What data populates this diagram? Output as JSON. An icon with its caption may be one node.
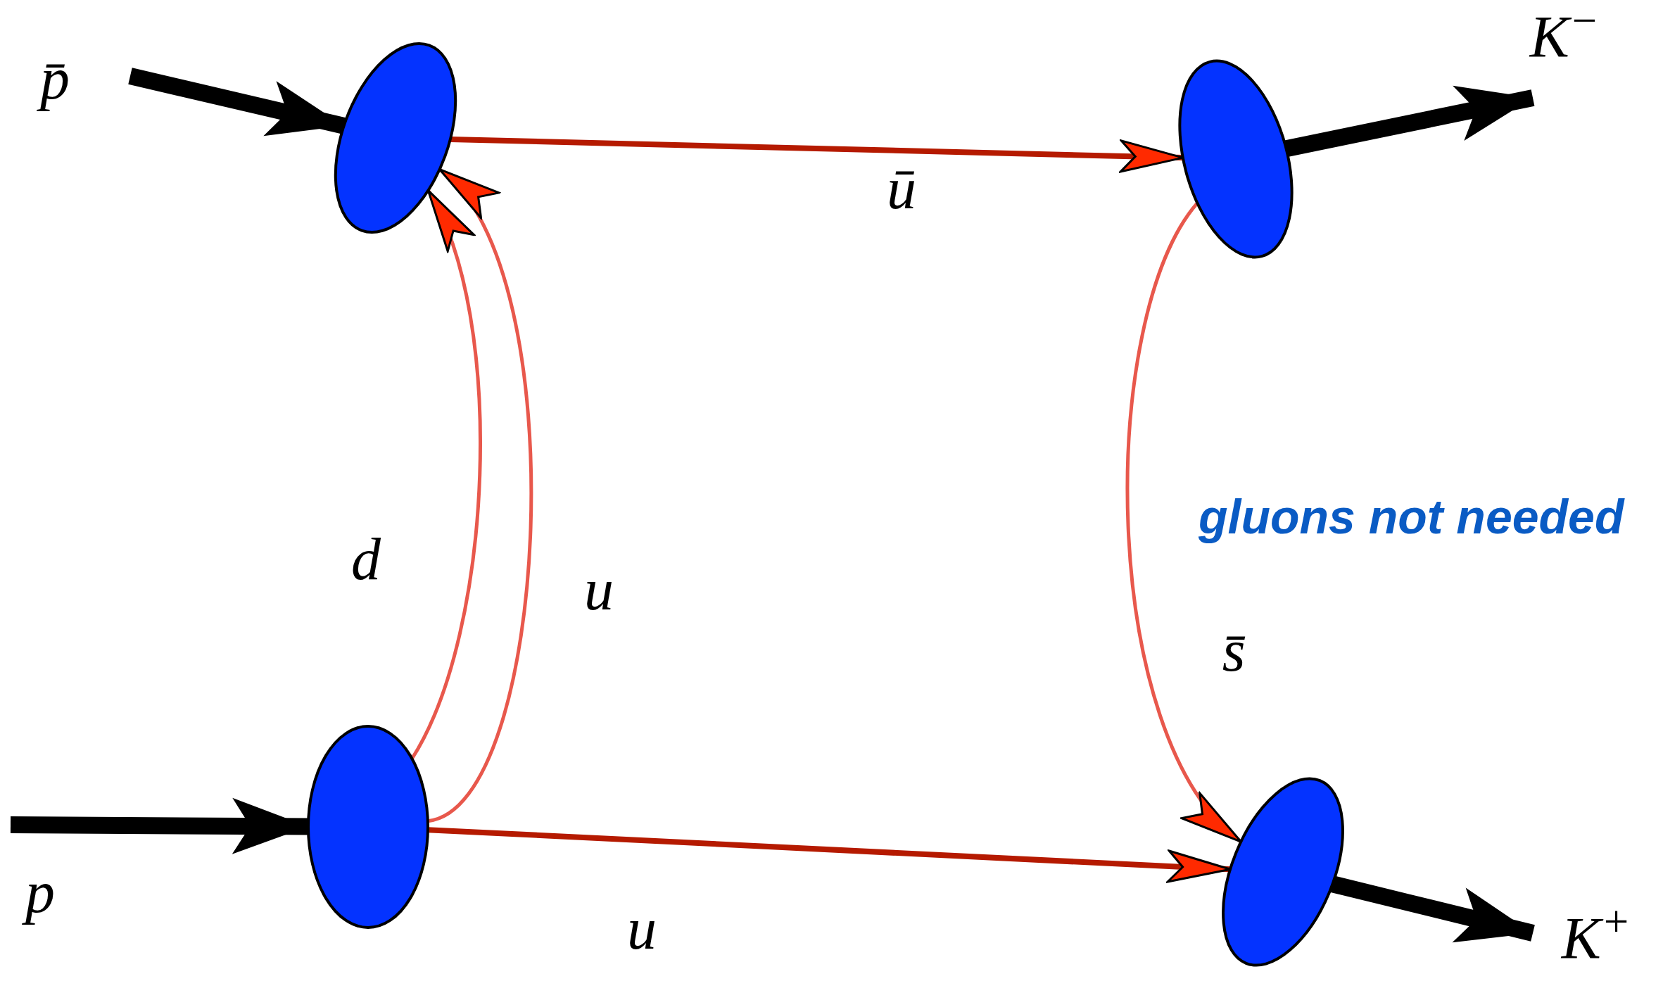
{
  "diagram": {
    "nodes": [
      {
        "text": [],
        "shape": "ellipse"
      },
      {
        "text": [],
        "shape": "ellipse"
      },
      {
        "text": [],
        "shape": "ellipse"
      },
      {
        "text": [],
        "shape": "ellipse"
      }
    ],
    "edges": [
      {
        "from": null,
        "to": 0,
        "arrow": "to",
        "style": "thick",
        "label": "p̄"
      },
      {
        "from": null,
        "to": 2,
        "arrow": "to",
        "style": "thick",
        "label": "p"
      },
      {
        "from": 1,
        "to": null,
        "arrow": "to",
        "style": "thick",
        "label": "K$^{−}$"
      },
      {
        "from": 3,
        "to": null,
        "arrow": "to",
        "style": "thick",
        "label": "K$^{+}$"
      },
      {
        "from": 0,
        "to": 1,
        "arrow": "to",
        "color": "#b51a00",
        "label": "ū"
      },
      {
        "from": 2,
        "to": 3,
        "arrow": "to",
        "color": "#b51a00",
        "label": "u"
      },
      {
        "from": 2,
        "to": 0,
        "arrow": "to",
        "color": "#e8584c",
        "label": "d"
      },
      {
        "from": 2,
        "to": 0,
        "arrow": "to",
        "color": "#e8584c",
        "label": "u"
      },
      {
        "from": 1,
        "to": 3,
        "arrow": "to",
        "color": "#e8584c",
        "label": "s̄"
      }
    ],
    "labels": [
      "gluons not needed"
    ]
  }
}
